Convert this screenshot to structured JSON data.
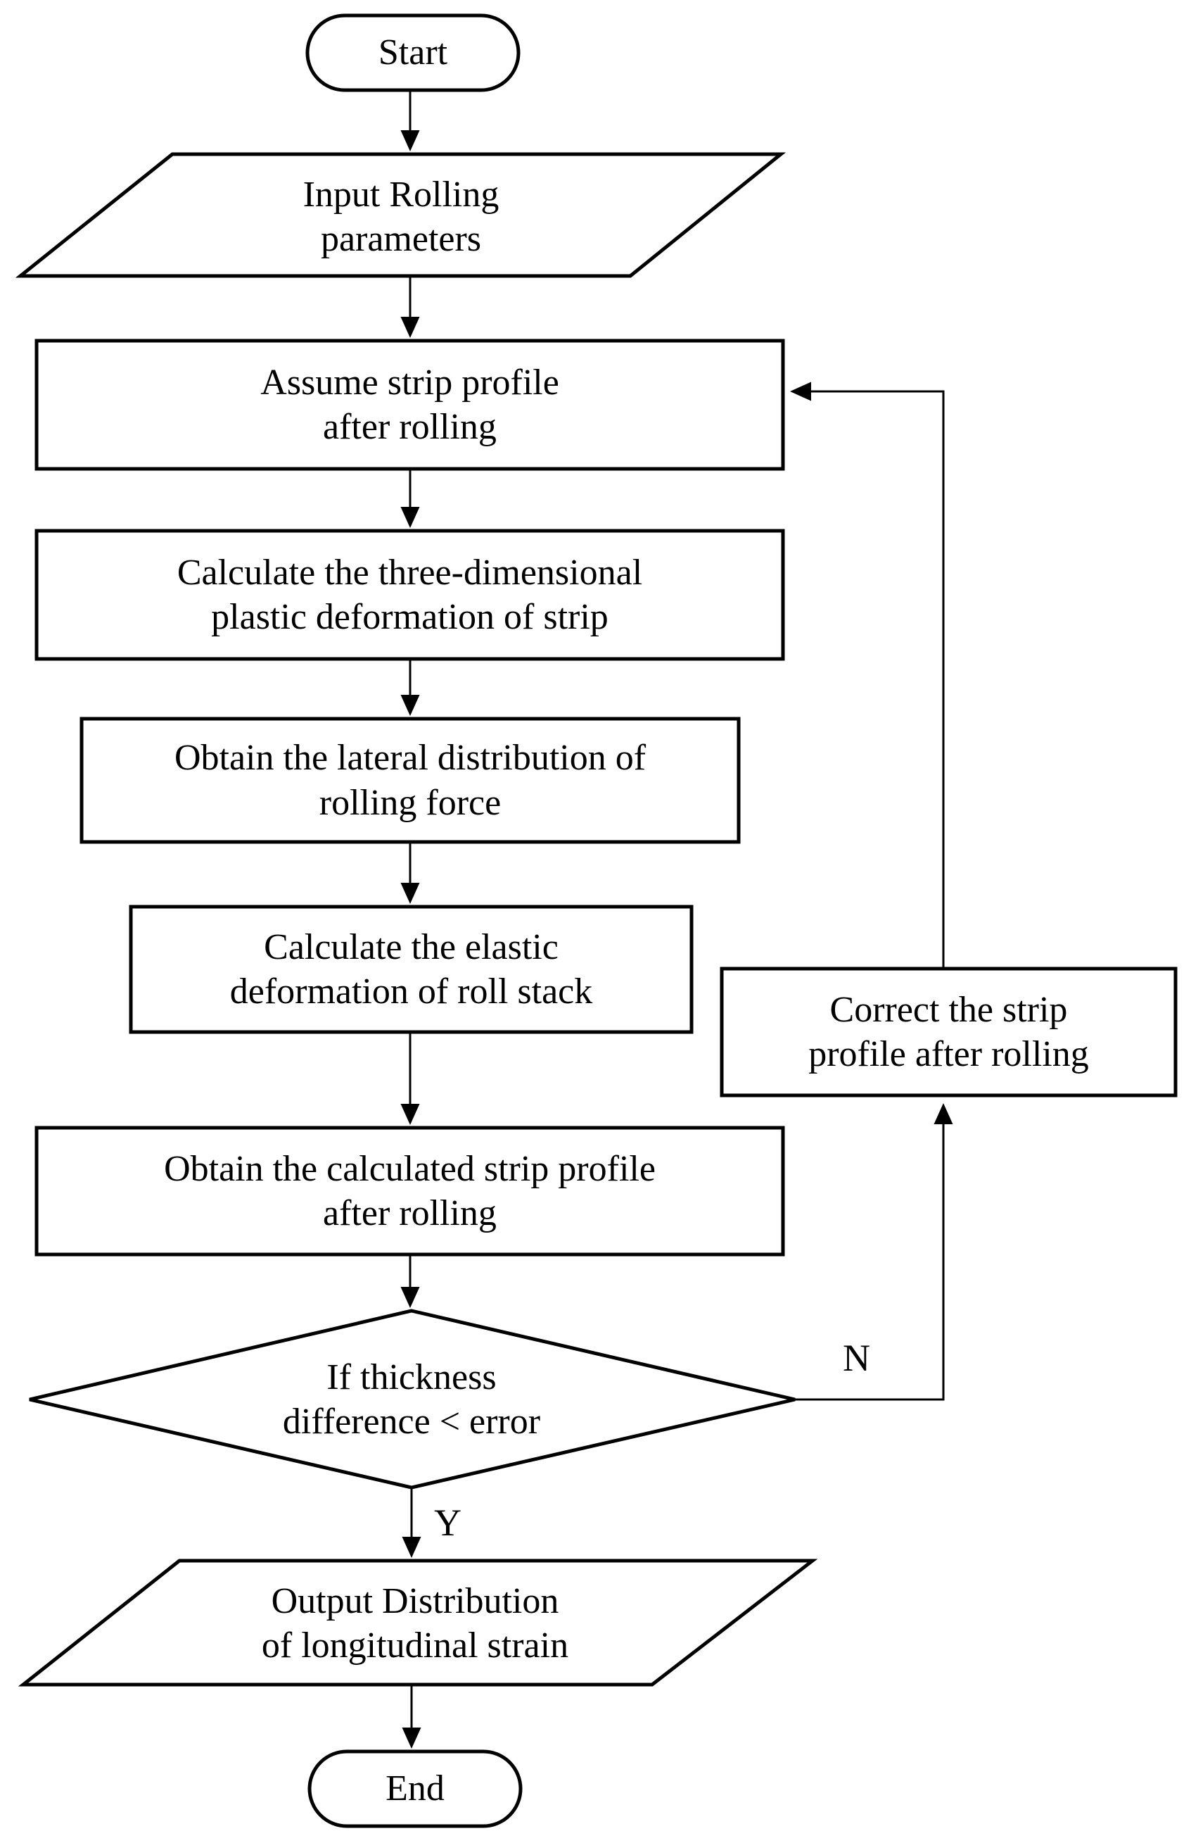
{
  "diagram": {
    "type": "flowchart",
    "title": "Strip rolling profile calculation flowchart",
    "orientation": "top-to-bottom",
    "background_color": "#ffffff",
    "line_color": "#000000",
    "text_color": "#000000"
  },
  "nodes": {
    "start": {
      "id": "start",
      "shape": "terminator",
      "label": "Start"
    },
    "input_parameters": {
      "id": "input_parameters",
      "shape": "parallelogram",
      "label": "Input Rolling\nparameters"
    },
    "assume_profile": {
      "id": "assume_profile",
      "shape": "rectangle",
      "label": "Assume strip profile\nafter rolling"
    },
    "calculate_plastic": {
      "id": "calculate_plastic",
      "shape": "rectangle",
      "label": "Calculate the three-dimensional\nplastic deformation of strip"
    },
    "obtain_lateral": {
      "id": "obtain_lateral",
      "shape": "rectangle",
      "label": "Obtain the lateral distribution of\nrolling force"
    },
    "calculate_elastic": {
      "id": "calculate_elastic",
      "shape": "rectangle",
      "label": "Calculate the elastic\ndeformation of roll stack"
    },
    "obtain_calculated": {
      "id": "obtain_calculated",
      "shape": "rectangle",
      "label": "Obtain the calculated strip profile\nafter rolling"
    },
    "decision_thickness": {
      "id": "decision_thickness",
      "shape": "diamond",
      "label": "If thickness\ndifference < error"
    },
    "correct_profile": {
      "id": "correct_profile",
      "shape": "rectangle",
      "label": "Correct the strip\nprofile after rolling"
    },
    "output_distribution": {
      "id": "output_distribution",
      "shape": "parallelogram",
      "label": "Output Distribution\nof longitudinal strain"
    },
    "end": {
      "id": "end",
      "shape": "terminator",
      "label": "End"
    }
  },
  "edge_labels": {
    "no_branch": "N",
    "yes_branch": "Y"
  },
  "edges": [
    {
      "from": "start",
      "to": "input_parameters",
      "label": ""
    },
    {
      "from": "input_parameters",
      "to": "assume_profile",
      "label": ""
    },
    {
      "from": "assume_profile",
      "to": "calculate_plastic",
      "label": ""
    },
    {
      "from": "calculate_plastic",
      "to": "obtain_lateral",
      "label": ""
    },
    {
      "from": "obtain_lateral",
      "to": "calculate_elastic",
      "label": ""
    },
    {
      "from": "calculate_elastic",
      "to": "obtain_calculated",
      "label": ""
    },
    {
      "from": "obtain_calculated",
      "to": "decision_thickness",
      "label": ""
    },
    {
      "from": "decision_thickness",
      "to": "correct_profile",
      "label": "N"
    },
    {
      "from": "correct_profile",
      "to": "assume_profile",
      "label": ""
    },
    {
      "from": "decision_thickness",
      "to": "output_distribution",
      "label": "Y"
    },
    {
      "from": "output_distribution",
      "to": "end",
      "label": ""
    }
  ]
}
